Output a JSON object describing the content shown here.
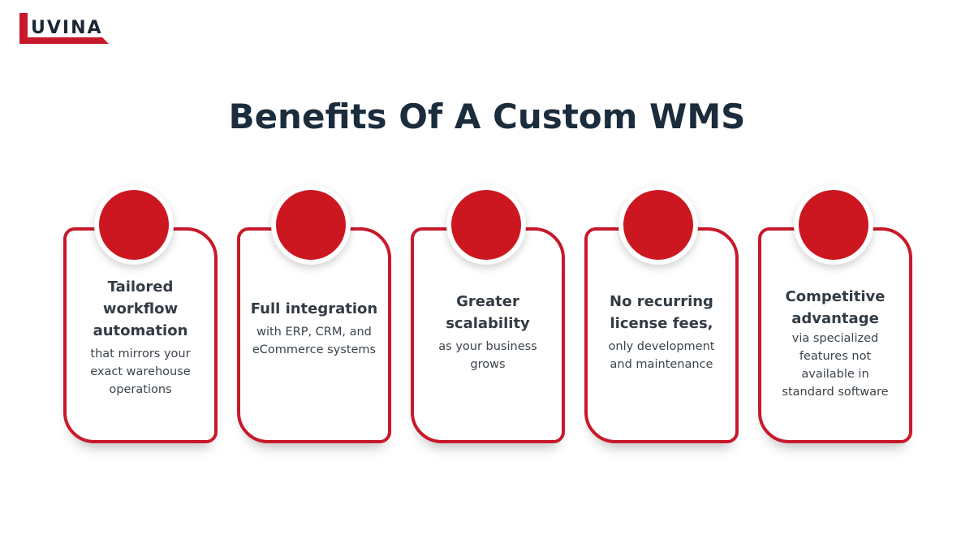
{
  "brand": {
    "logo_text": "UVINA",
    "logo_full": "LUVINA",
    "accent_color": "#c8192a"
  },
  "title": "Benefits Of A Custom WMS",
  "cards": [
    {
      "heading": "Tailored workflow automation",
      "description": "that mirrors your exact warehouse operations"
    },
    {
      "heading": "Full integration",
      "description": "with ERP, CRM, and eCommerce systems"
    },
    {
      "heading": "Greater scalability",
      "description": "as your business grows"
    },
    {
      "heading": "No recurring license fees,",
      "description": "only development and maintenance"
    },
    {
      "heading": "Competitive advantage",
      "description": "via specialized features not available in standard software"
    }
  ]
}
